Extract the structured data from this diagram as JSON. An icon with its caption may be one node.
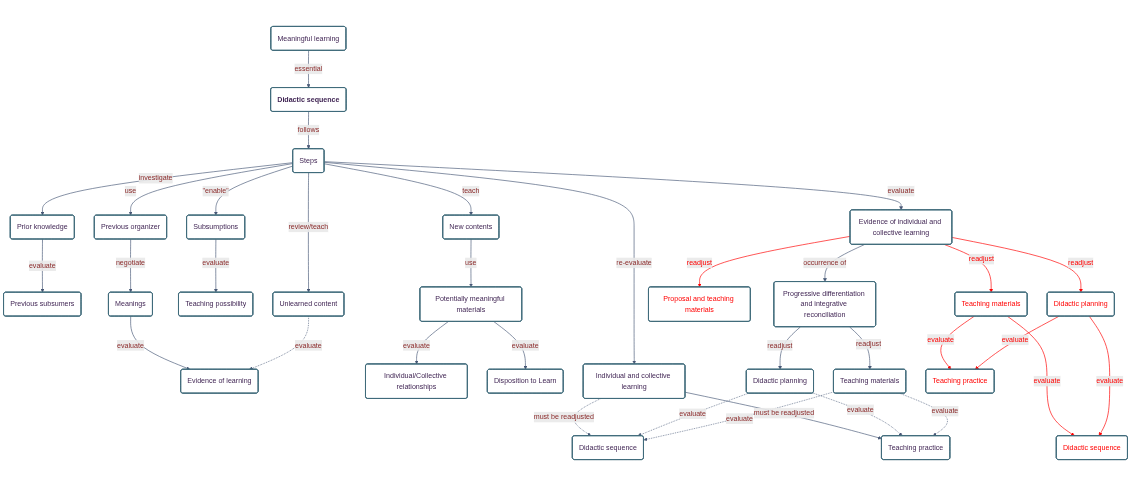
{
  "diagram": {
    "nodes": [
      {
        "text": [
          "Didactic sequence"
        ]
      },
      {
        "text": [
          "Meaningful learning"
        ]
      },
      {
        "text": [
          "Steps"
        ]
      },
      {
        "text": [
          "Prior knowledge"
        ]
      },
      {
        "text": [
          "Previous subsumers"
        ]
      },
      {
        "text": [
          "Previous organizer"
        ]
      },
      {
        "text": [
          "Meanings"
        ]
      },
      {
        "text": [
          "Evidence of learning"
        ]
      },
      {
        "text": [
          "Subsumptions"
        ]
      },
      {
        "text": [
          "Teaching possibility"
        ]
      },
      {
        "text": [
          "New contents"
        ]
      },
      {
        "text": [
          "Potentially meaningful materials"
        ]
      },
      {
        "text": [
          "Individual/Collective relationships"
        ]
      },
      {
        "text": [
          "Disposition to Learn"
        ]
      },
      {
        "text": [
          "Evidence of individual and collective learning"
        ]
      },
      {
        "text": [
          "Progressive differentiation and integrative reconciliation"
        ]
      },
      {
        "text": [
          "Didactic planning"
        ]
      },
      {
        "text": [
          "Teaching materials"
        ]
      },
      {
        "text": [
          "Unlearned content"
        ]
      },
      {
        "text": [
          "Individual and collective learning"
        ]
      },
      {
        "text": [
          "Didactic sequence"
        ]
      },
      {
        "text": [
          "Teaching practice"
        ]
      },
      {
        "text": [
          "Teaching materials"
        ]
      },
      {
        "text": [
          "Didactic planning"
        ]
      },
      {
        "text": [
          "Proposal and teaching materials"
        ]
      },
      {
        "text": [
          "Teaching practice"
        ]
      },
      {
        "text": [
          "Didactic sequence"
        ]
      }
    ],
    "edges": [
      {
        "from": 1,
        "to": 0,
        "arrow": "to",
        "label": "essential"
      },
      {
        "from": 0,
        "to": 2,
        "arrow": "to",
        "label": "follows"
      },
      {
        "from": 2,
        "to": 3,
        "arrow": "to",
        "label": "investigate"
      },
      {
        "from": 3,
        "to": 4,
        "arrow": "to",
        "label": "evaluate"
      },
      {
        "from": 2,
        "to": 5,
        "arrow": "to",
        "label": "use"
      },
      {
        "from": 5,
        "to": 6,
        "arrow": "to",
        "label": "negotiate"
      },
      {
        "from": 6,
        "to": 7,
        "arrow": "to",
        "label": "evaluate"
      },
      {
        "from": 2,
        "to": 8,
        "arrow": "to",
        "label": "\"enable\""
      },
      {
        "from": 8,
        "to": 9,
        "arrow": "to",
        "label": "evaluate"
      },
      {
        "from": 2,
        "to": 10,
        "arrow": "to",
        "label": "teach"
      },
      {
        "from": 10,
        "to": 11,
        "arrow": "to",
        "label": "use"
      },
      {
        "from": 11,
        "to": 12,
        "arrow": "to",
        "label": "evaluate"
      },
      {
        "from": 11,
        "to": 13,
        "arrow": "to",
        "label": "evaluate"
      },
      {
        "from": 2,
        "to": 14,
        "arrow": "to",
        "label": "evaluate"
      },
      {
        "from": 14,
        "to": 15,
        "arrow": "to",
        "label": "occurrence of"
      },
      {
        "from": 15,
        "to": 16,
        "arrow": "to",
        "label": "readjust"
      },
      {
        "from": 15,
        "to": 17,
        "arrow": "to",
        "label": "readjust"
      },
      {
        "from": 2,
        "to": 18,
        "arrow": "to",
        "label": "review/teach"
      },
      {
        "from": 2,
        "to": 19,
        "arrow": "to",
        "label": "re-evaluate"
      },
      {
        "from": 19,
        "to": 20,
        "arrow": "to",
        "label": "must be readjusted",
        "style": "dashed"
      },
      {
        "from": 19,
        "to": 21,
        "arrow": "to",
        "label": "must be readjusted"
      },
      {
        "from": 16,
        "to": 20,
        "arrow": "to",
        "label": "evaluate",
        "style": "dashed"
      },
      {
        "from": 17,
        "to": 20,
        "arrow": "to",
        "label": "evaluate",
        "style": "dashed"
      },
      {
        "from": 16,
        "to": 21,
        "arrow": "to",
        "label": "evaluate",
        "style": "dashed"
      },
      {
        "from": 17,
        "to": 21,
        "arrow": "to",
        "label": "evaluate",
        "style": "dashed"
      },
      {
        "from": 18,
        "to": 7,
        "arrow": "to",
        "label": "evaluate",
        "style": "dashed"
      },
      {
        "from": 14,
        "to": 22,
        "arrow": "to",
        "label": "readjust",
        "color": "#ff0000"
      },
      {
        "from": 14,
        "to": 23,
        "arrow": "to",
        "label": "readjust",
        "color": "#ff0000"
      },
      {
        "from": 14,
        "to": 24,
        "arrow": "to",
        "label": "readjust",
        "color": "#ff0000"
      },
      {
        "from": 22,
        "to": 25,
        "arrow": "to",
        "label": "evaluate",
        "color": "#ff0000"
      },
      {
        "from": 22,
        "to": 26,
        "arrow": "to",
        "label": "evaluate",
        "color": "#ff0000"
      },
      {
        "from": 23,
        "to": 25,
        "arrow": "to",
        "label": "evaluate",
        "color": "#ff0000"
      },
      {
        "from": 23,
        "to": 26,
        "arrow": "to",
        "label": "evaluate",
        "color": "#ff0000"
      }
    ]
  }
}
